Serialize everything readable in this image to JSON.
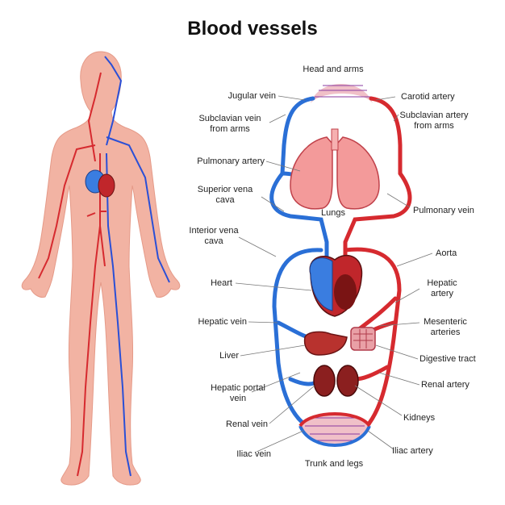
{
  "title": "Blood vessels",
  "labels": {
    "head_arms": "Head and arms",
    "jugular_vein": "Jugular vein",
    "carotid_artery": "Carotid artery",
    "subclavian_vein_1": "Subclavian vein",
    "subclavian_vein_2": "from arms",
    "subclavian_artery_1": "Subclavian artery",
    "subclavian_artery_2": "from arms",
    "pulmonary_artery": "Pulmonary artery",
    "superior_vena_cava_1": "Superior vena",
    "superior_vena_cava_2": "cava",
    "lungs": "Lungs",
    "pulmonary_vein": "Pulmonary vein",
    "interior_vena_cava_1": "Interior vena",
    "interior_vena_cava_2": "cava",
    "aorta": "Aorta",
    "heart": "Heart",
    "hepatic_artery_1": "Hepatic",
    "hepatic_artery_2": "artery",
    "hepatic_vein": "Hepatic vein",
    "mesenteric_arteries_1": "Mesenteric",
    "mesenteric_arteries_2": "arteries",
    "liver": "Liver",
    "digestive_tract": "Digestive tract",
    "hepatic_portal_vein_1": "Hepatic portal",
    "hepatic_portal_vein_2": "vein",
    "renal_artery": "Renal artery",
    "renal_vein": "Renal vein",
    "kidneys": "Kidneys",
    "iliac_vein": "Iliac vein",
    "iliac_artery": "Iliac artery",
    "trunk_legs": "Trunk and legs"
  },
  "colors": {
    "artery": "#d62a2f",
    "vein": "#2a6fd6",
    "skin": "#f2b3a3",
    "lung": "#f39a9a",
    "organ": "#8b1f1f"
  }
}
